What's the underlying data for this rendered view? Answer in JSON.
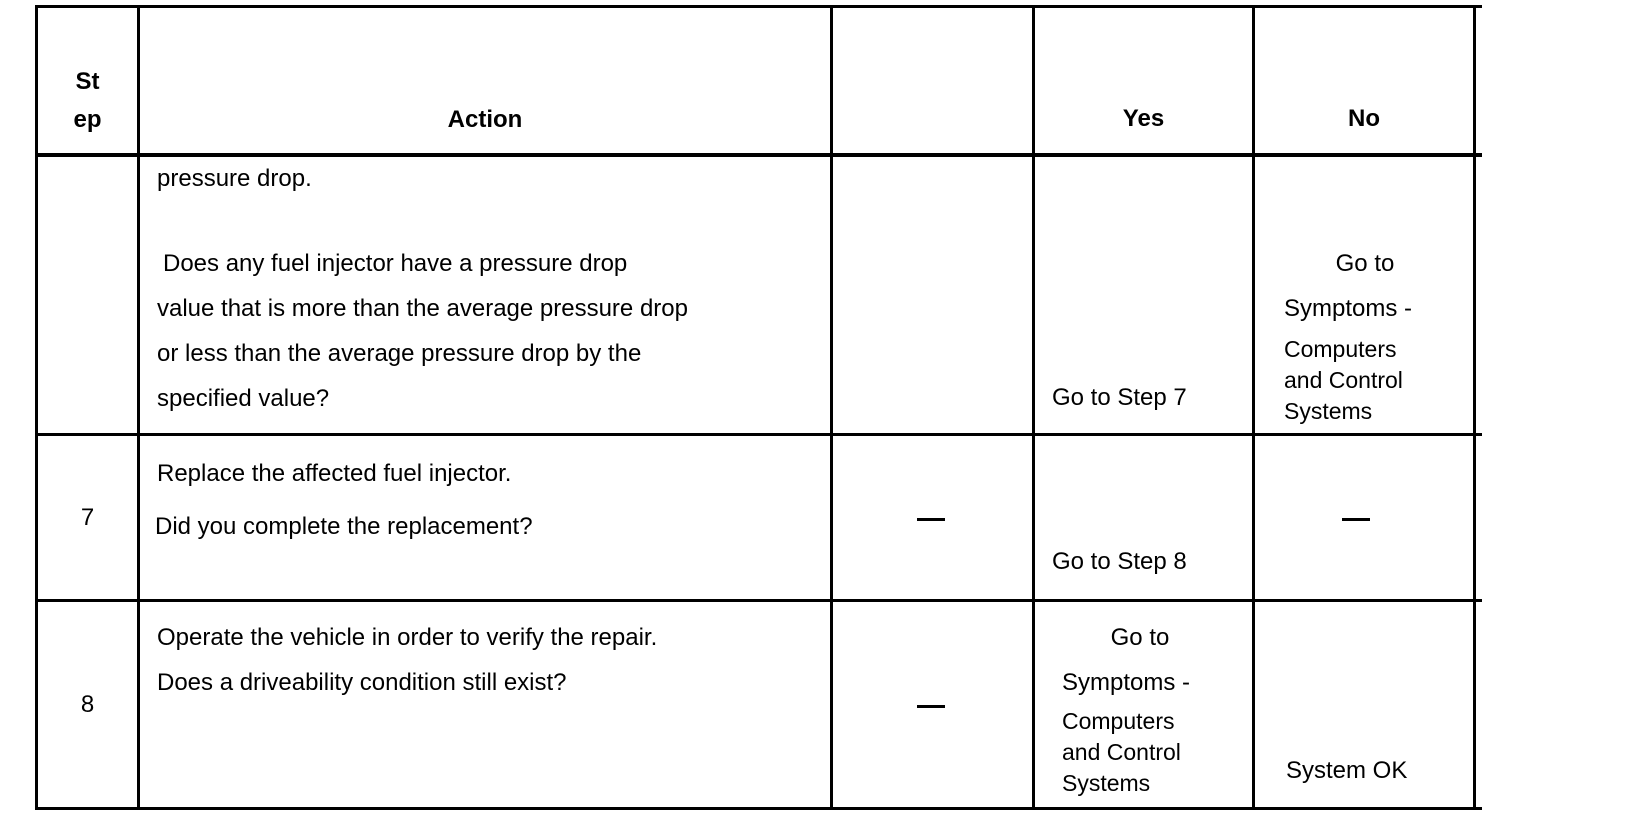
{
  "header": {
    "step": [
      "St",
      "ep"
    ],
    "action": "Action",
    "value": "",
    "yes": "Yes",
    "no": "No"
  },
  "rows": [
    {
      "step": "",
      "action": [
        "pressure drop.",
        "Does any fuel injector have a pressure drop",
        "value that is more than the average pressure drop",
        "or less than the average pressure drop by the",
        "specified value?"
      ],
      "value": "",
      "yes": [
        "Go to Step 7"
      ],
      "no": [
        "Go to",
        "Symptoms -",
        "Computers",
        "and Control",
        "Systems"
      ]
    },
    {
      "step": "7",
      "action": [
        "Replace the affected fuel injector.",
        "Did you complete the replacement?"
      ],
      "value": "—",
      "yes": [
        "Go to Step 8"
      ],
      "no": "—"
    },
    {
      "step": "8",
      "action": [
        "Operate the vehicle in order to verify the repair.",
        "Does a driveability condition still exist?"
      ],
      "value": "—",
      "yes": [
        "Go to",
        "Symptoms -",
        "Computers",
        "and Control",
        "Systems"
      ],
      "no": [
        "System OK"
      ]
    }
  ]
}
